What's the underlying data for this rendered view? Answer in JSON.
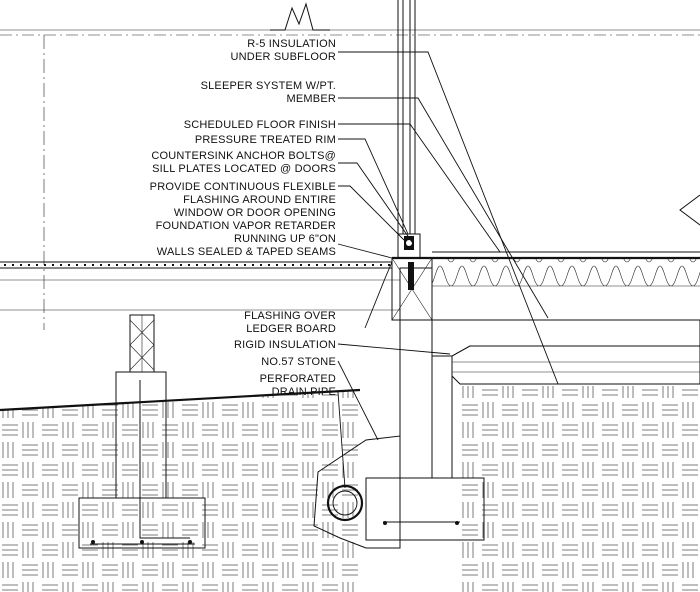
{
  "callouts": {
    "r5_insulation": [
      "R-5 INSULATION",
      "UNDER SUBFLOOR"
    ],
    "sleeper_system": [
      "SLEEPER SYSTEM W/PT.",
      "MEMBER"
    ],
    "floor_finish": [
      "SCHEDULED FLOOR FINISH"
    ],
    "pressure_treated_rim": [
      "PRESSURE TREATED RIM"
    ],
    "anchor_bolts": [
      "COUNTERSINK ANCHOR BOLTS@",
      "SILL PLATES LOCATED @ DOORS"
    ],
    "flexible_flashing": [
      "PROVIDE CONTINUOUS FLEXIBLE",
      "FLASHING AROUND ENTIRE",
      "WINDOW OR DOOR OPENING"
    ],
    "vapor_retarder": [
      "FOUNDATION VAPOR RETARDER",
      "RUNNING UP 6\"ON",
      "WALLS SEALED & TAPED SEAMS"
    ],
    "ledger_flashing": [
      "FLASHING OVER",
      "LEDGER BOARD"
    ],
    "rigid_insulation": [
      "RIGID INSULATION"
    ],
    "stone": [
      "NO.57 STONE"
    ],
    "drain_pipe": [
      "PERFORATED",
      "DRAIN PIPE"
    ]
  }
}
